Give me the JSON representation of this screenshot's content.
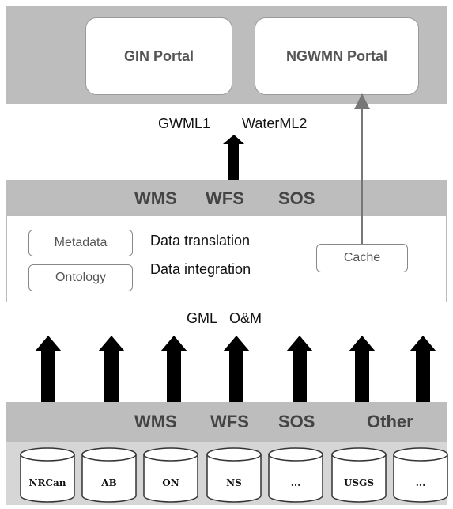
{
  "portals": {
    "gin": "GIN Portal",
    "ngwmn": "NGWMN Portal"
  },
  "upper_formats": {
    "gwml1": "GWML1",
    "waterml2": "WaterML2"
  },
  "services_top": {
    "wms": "WMS",
    "wfs": "WFS",
    "sos": "SOS"
  },
  "middle": {
    "metadata": "Metadata",
    "ontology": "Ontology",
    "translation": "Data translation",
    "integration": "Data integration",
    "cache": "Cache"
  },
  "lower_formats": {
    "gml": "GML",
    "om": "O&M"
  },
  "services_bottom": {
    "wms": "WMS",
    "wfs": "WFS",
    "sos": "SOS",
    "other": "Other"
  },
  "databases": [
    "NRCan",
    "AB",
    "ON",
    "NS",
    "...",
    "USGS",
    "..."
  ],
  "colors": {
    "band_gray": "#bdbdbd",
    "arrow": "#000000",
    "cache_arrow": "#777777"
  }
}
